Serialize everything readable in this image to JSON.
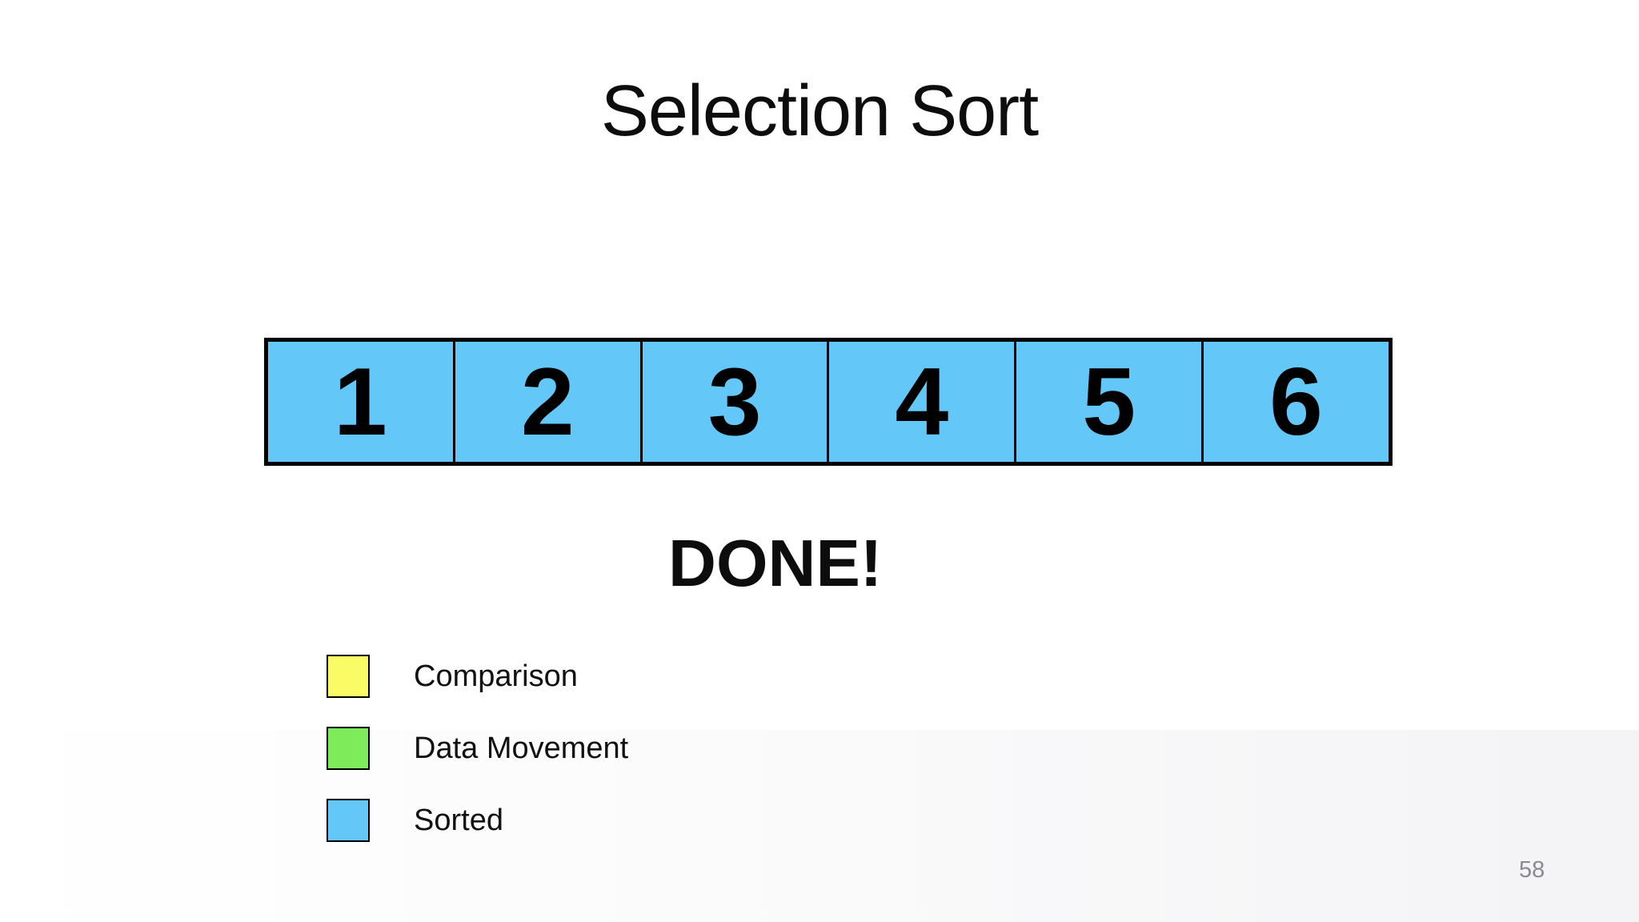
{
  "slide": {
    "title": "Selection Sort",
    "status_text": "DONE!",
    "page_number": "58",
    "array": {
      "state": "sorted",
      "values": [
        "1",
        "2",
        "3",
        "4",
        "5",
        "6"
      ],
      "cell_color": "#63C8F7",
      "border_color": "#000000"
    },
    "legend": {
      "items": [
        {
          "label": "Comparison",
          "color": "#FBFB66"
        },
        {
          "label": "Data Movement",
          "color": "#7DEB5A"
        },
        {
          "label": "Sorted",
          "color": "#63C8F7"
        }
      ]
    },
    "colors": {
      "background": "#FFFFFF",
      "text": "#0D0D0D",
      "page_number_text": "#8A8A8F"
    }
  }
}
